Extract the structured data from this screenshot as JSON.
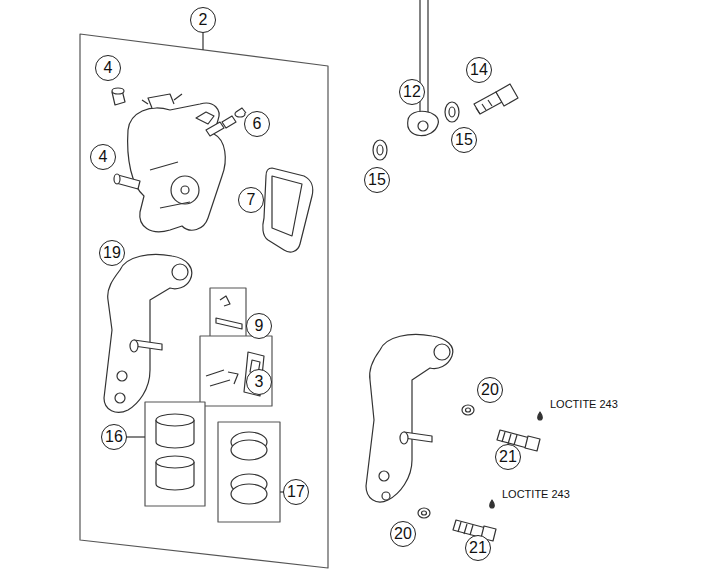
{
  "diagram": {
    "labels": [
      "2",
      "4",
      "6",
      "4",
      "7",
      "19",
      "9",
      "3",
      "16",
      "17",
      "12",
      "14",
      "15",
      "15",
      "20",
      "21",
      "LOCTITE 243",
      "20",
      "21",
      "LOCTITE 243"
    ]
  }
}
